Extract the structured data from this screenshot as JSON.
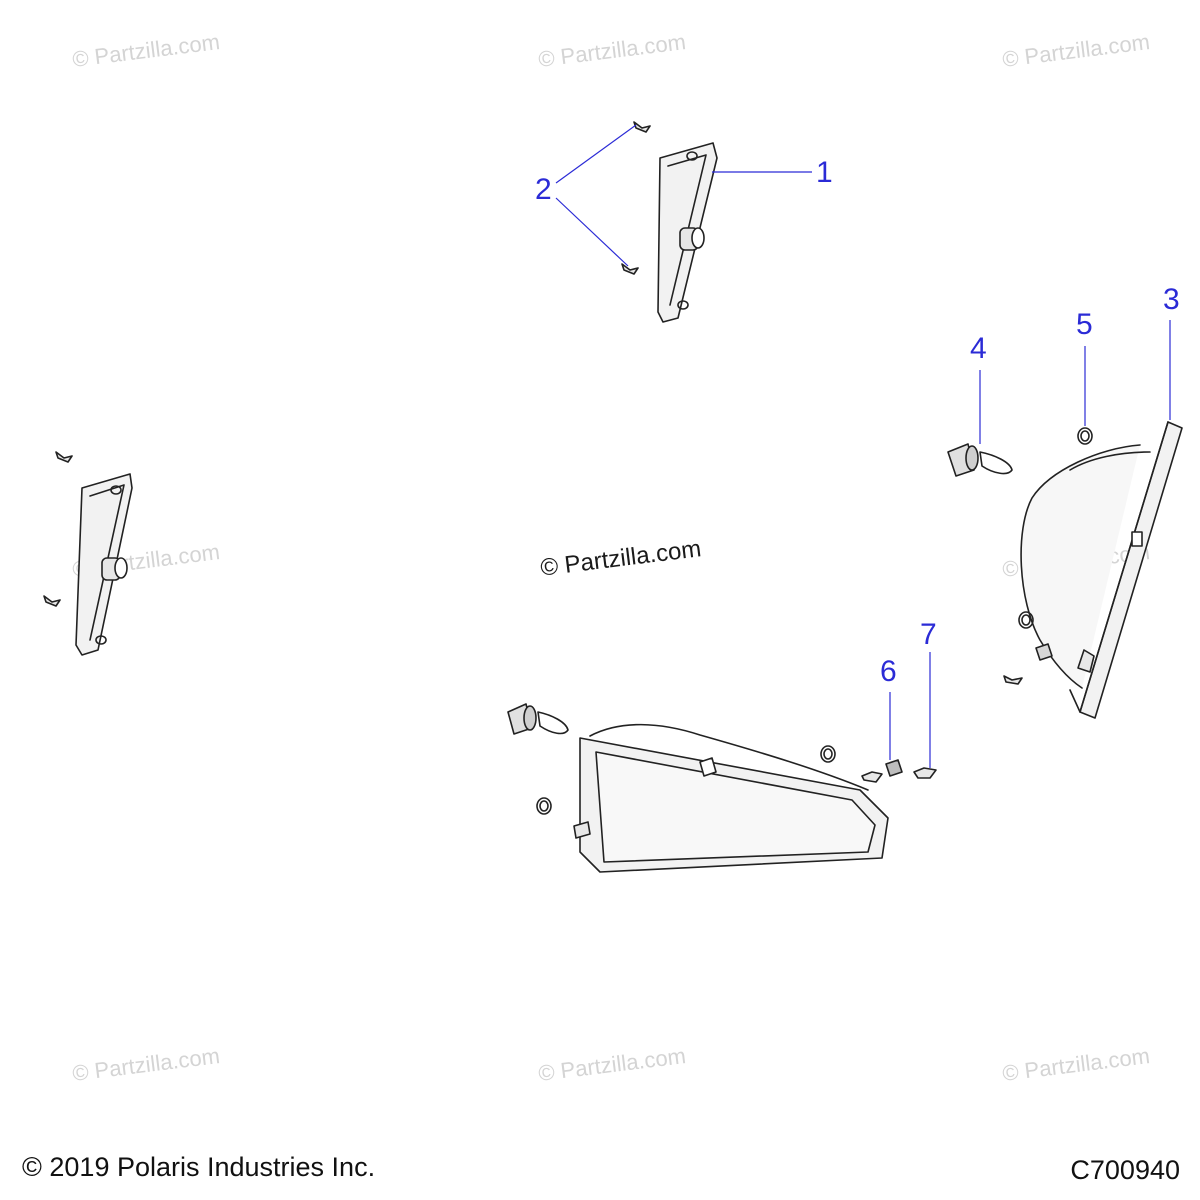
{
  "watermark": "© Partzilla.com",
  "center_watermark": "© Partzilla.com",
  "callouts": [
    "1",
    "2",
    "3",
    "4",
    "5",
    "6",
    "7"
  ],
  "footer": {
    "copyright": "© 2019 Polaris Industries Inc.",
    "diagram_code": "C700940"
  },
  "colors": {
    "callout": "#2b2bd6",
    "line": "#2b2bd6",
    "part_stroke": "#222222",
    "part_fill": "#f2f2f2",
    "watermark": "#d4d4d4"
  }
}
